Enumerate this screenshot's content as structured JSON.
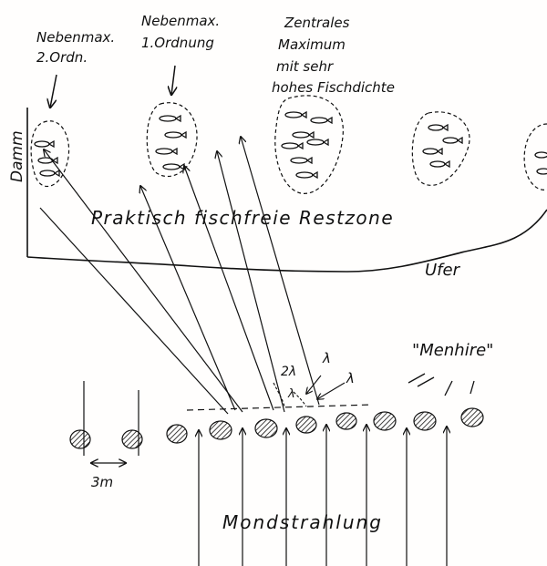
{
  "labels": {
    "nebenmax2_line1": "Nebenmax.",
    "nebenmax2_line2": "2.Ordn.",
    "nebenmax1_line1": "Nebenmax.",
    "nebenmax1_line2": "1.Ordnung",
    "zentral_line1": "Zentrales",
    "zentral_line2": "Maximum",
    "zentral_line3": "mit sehr",
    "zentral_line4": "hohes Fischdichte",
    "damm": "Damm",
    "restzone": "Praktisch fischfreie Restzone",
    "ufer": "Ufer",
    "menhire": "\"Menhire\"",
    "lambda": "λ",
    "two_lambda": "2λ",
    "lambda_small": "λ",
    "distance": "3m",
    "mondstrahlung": "Mondstrahlung"
  },
  "colors": {
    "ink": "#111111",
    "paper": "#fffefd"
  }
}
